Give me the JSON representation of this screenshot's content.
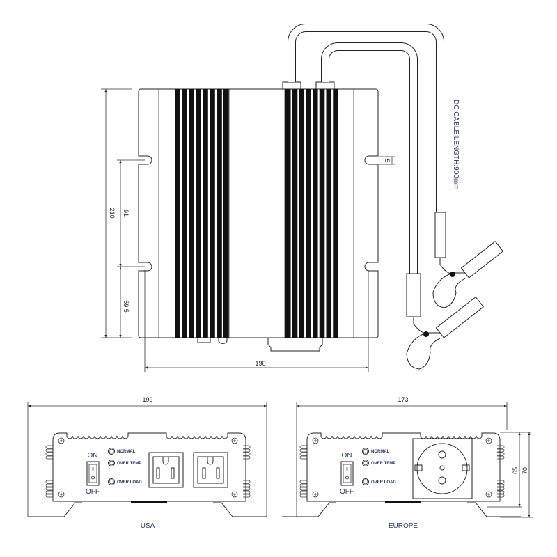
{
  "top_view": {
    "dims": {
      "length": "210",
      "hole_spacing": "91",
      "hole_offset": "59.5",
      "width": "190",
      "slot": "5"
    },
    "cable_label": "DC CABLE LENGTH:900mm"
  },
  "front_usa": {
    "width_dim": "199",
    "on_label": "ON",
    "off_label": "OFF",
    "leds": [
      "NORMAL",
      "OVER TEMP.",
      "OVER LOAD"
    ],
    "caption": "USA"
  },
  "front_europe": {
    "width_dim": "173",
    "height_dim_inner": "65",
    "height_dim_outer": "70",
    "on_label": "ON",
    "off_label": "OFF",
    "leds": [
      "NORMAL",
      "OVER TEMP.",
      "OVER LOAD"
    ],
    "caption": "EUROPE"
  }
}
